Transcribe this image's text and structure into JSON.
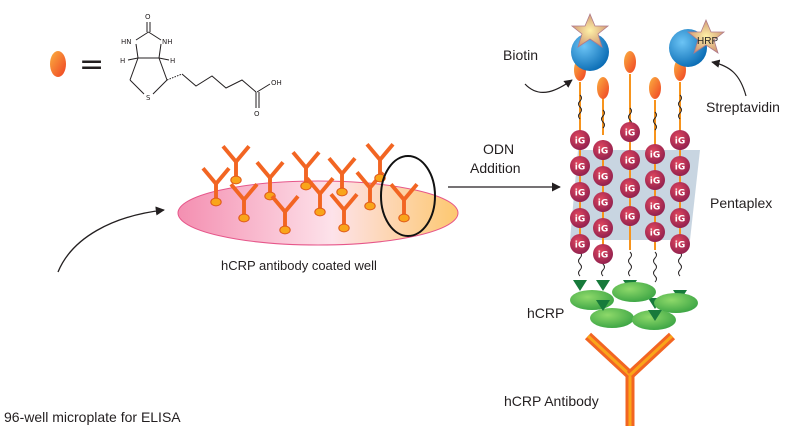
{
  "legend": {
    "equals": "=",
    "biotin_atoms": {
      "o": "O",
      "hn": "HN",
      "nh": "NH",
      "h": "H",
      "s": "S",
      "oh": "OH",
      "o2": "O"
    }
  },
  "labels": {
    "coated_well": "hCRP antibody coated well",
    "microplate": "96-well microplate for ELISA",
    "odn_line1": "ODN",
    "odn_line2": "Addition",
    "biotin": "Biotin",
    "hrp": "HRP",
    "streptavidin": "Streptavidin",
    "pentaplex": "Pentaplex",
    "ig": "iG",
    "hcrp": "hCRP",
    "hcrp_antibody": "hCRP Antibody"
  },
  "colors": {
    "antibody_orange": "#f26522",
    "antibody_light": "#f9a51a",
    "well_pink": "#f7a8c0",
    "well_yellow": "#fdd79a",
    "ig_purple": "#9b2a5e",
    "ig_red": "#d1243b",
    "streptavidin_blue": "#0a78c2",
    "hrp_star": "#e6a06b",
    "hcrp_green": "#46b649",
    "arrowhead_green": "#177a3b",
    "pentaplex_shade": "#9bb2c9"
  }
}
